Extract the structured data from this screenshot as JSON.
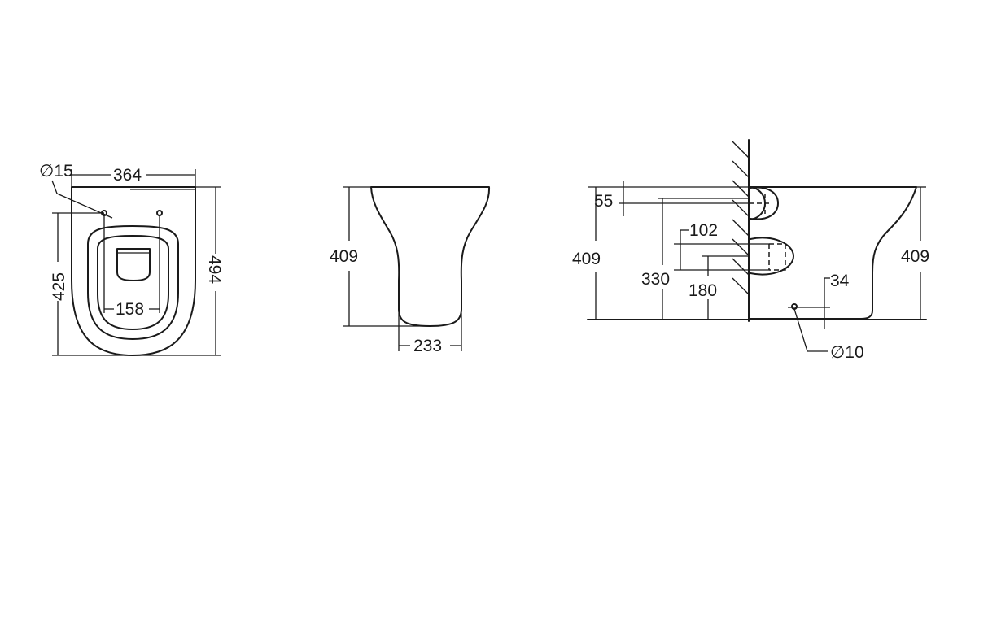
{
  "top_view": {
    "hole_dia": "∅15",
    "width": "364",
    "depth": "494",
    "hole_depth": "425",
    "hole_spacing": "158"
  },
  "front_view": {
    "height": "409",
    "base_width": "233"
  },
  "side_view": {
    "inlet_offset": "55",
    "height_left": "409",
    "height_right": "409",
    "outlet_dia": "102",
    "inlet_height": "330",
    "outlet_height": "180",
    "fix_height": "34",
    "fix_dia": "∅10"
  }
}
